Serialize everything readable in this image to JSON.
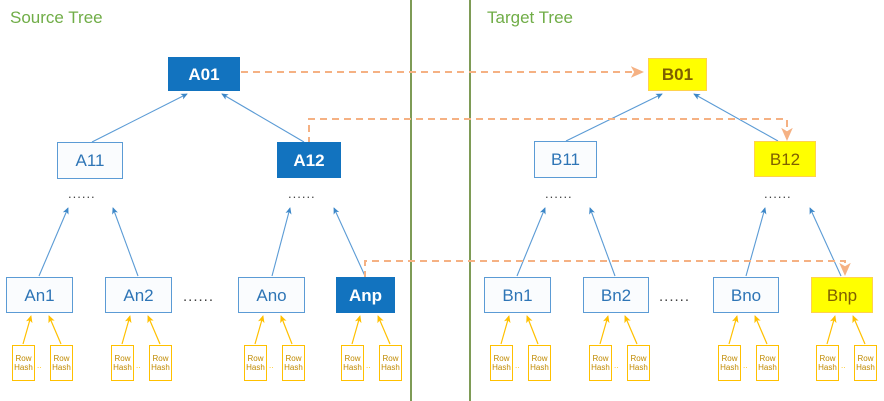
{
  "diagram": {
    "title_source": "Source Tree",
    "title_target": "Target Tree",
    "colors": {
      "panel_title": "#70AD47",
      "node_border": "#5B9BD5",
      "node_text": "#2E75B6",
      "highlight_blue": "#1273BF",
      "highlight_yellow": "#FFFF00",
      "row_hash_border": "#FFC000",
      "sync_arrow": "#F5B183",
      "divider": "#7E9B56"
    },
    "ellipsis": "......",
    "row_hash_gap": ".."
  },
  "source_tree": {
    "root": {
      "label": "A01",
      "style": "blue"
    },
    "level2": [
      {
        "label": "A11",
        "style": "plain"
      },
      {
        "label": "A12",
        "style": "blue"
      }
    ],
    "leaves": [
      {
        "label": "An1",
        "style": "plain"
      },
      {
        "label": "An2",
        "style": "plain"
      },
      {
        "label": "Ano",
        "style": "plain"
      },
      {
        "label": "Anp",
        "style": "blue"
      }
    ],
    "row_hash": {
      "line1": "Row",
      "line2": "Hash"
    }
  },
  "target_tree": {
    "root": {
      "label": "B01",
      "style": "yellow"
    },
    "level2": [
      {
        "label": "B11",
        "style": "plain"
      },
      {
        "label": "B12",
        "style": "yellow"
      }
    ],
    "leaves": [
      {
        "label": "Bn1",
        "style": "plain"
      },
      {
        "label": "Bn2",
        "style": "plain"
      },
      {
        "label": "Bno",
        "style": "plain"
      },
      {
        "label": "Bnp",
        "style": "yellow"
      }
    ],
    "row_hash": {
      "line1": "Row",
      "line2": "Hash"
    }
  },
  "sync_links": [
    {
      "from": "A01",
      "to": "B01"
    },
    {
      "from": "A12",
      "to": "B12"
    },
    {
      "from": "Anp",
      "to": "Bnp"
    }
  ]
}
